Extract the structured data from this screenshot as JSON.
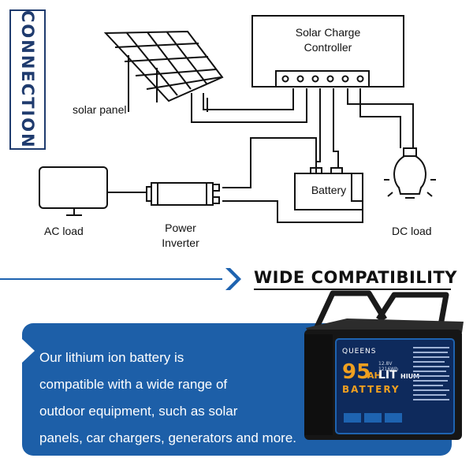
{
  "side_tab": {
    "label": "CONNECTION"
  },
  "diagram": {
    "controller_title_line1": "Solar Charge",
    "controller_title_line2": "Controller",
    "solar_panel_label": "solar panel",
    "battery_label": "Battery",
    "ac_load_label": "AC load",
    "inverter_label_line1": "Power",
    "inverter_label_line2": "Inverter",
    "dc_load_label": "DC load"
  },
  "section": {
    "title": "WIDE COMPATIBILITY"
  },
  "promo": {
    "line1": "Our lithium ion battery is",
    "line2": "compatible with a wide range of",
    "line3": "outdoor equipment, such as solar",
    "line4": "panels, car chargers, generators and more."
  },
  "product": {
    "brand": "QUEENS",
    "capacity": "95",
    "unit": "AH",
    "lit": "LIT",
    "hium": "HIUM",
    "word": "BATTERY",
    "voltage": "12.8V",
    "energy": "1216Wh"
  },
  "colors": {
    "navy": "#1f3b6e",
    "promo_blue": "#1d5fa8",
    "accent_blue": "#1e63b0",
    "gold": "#f0a020"
  }
}
